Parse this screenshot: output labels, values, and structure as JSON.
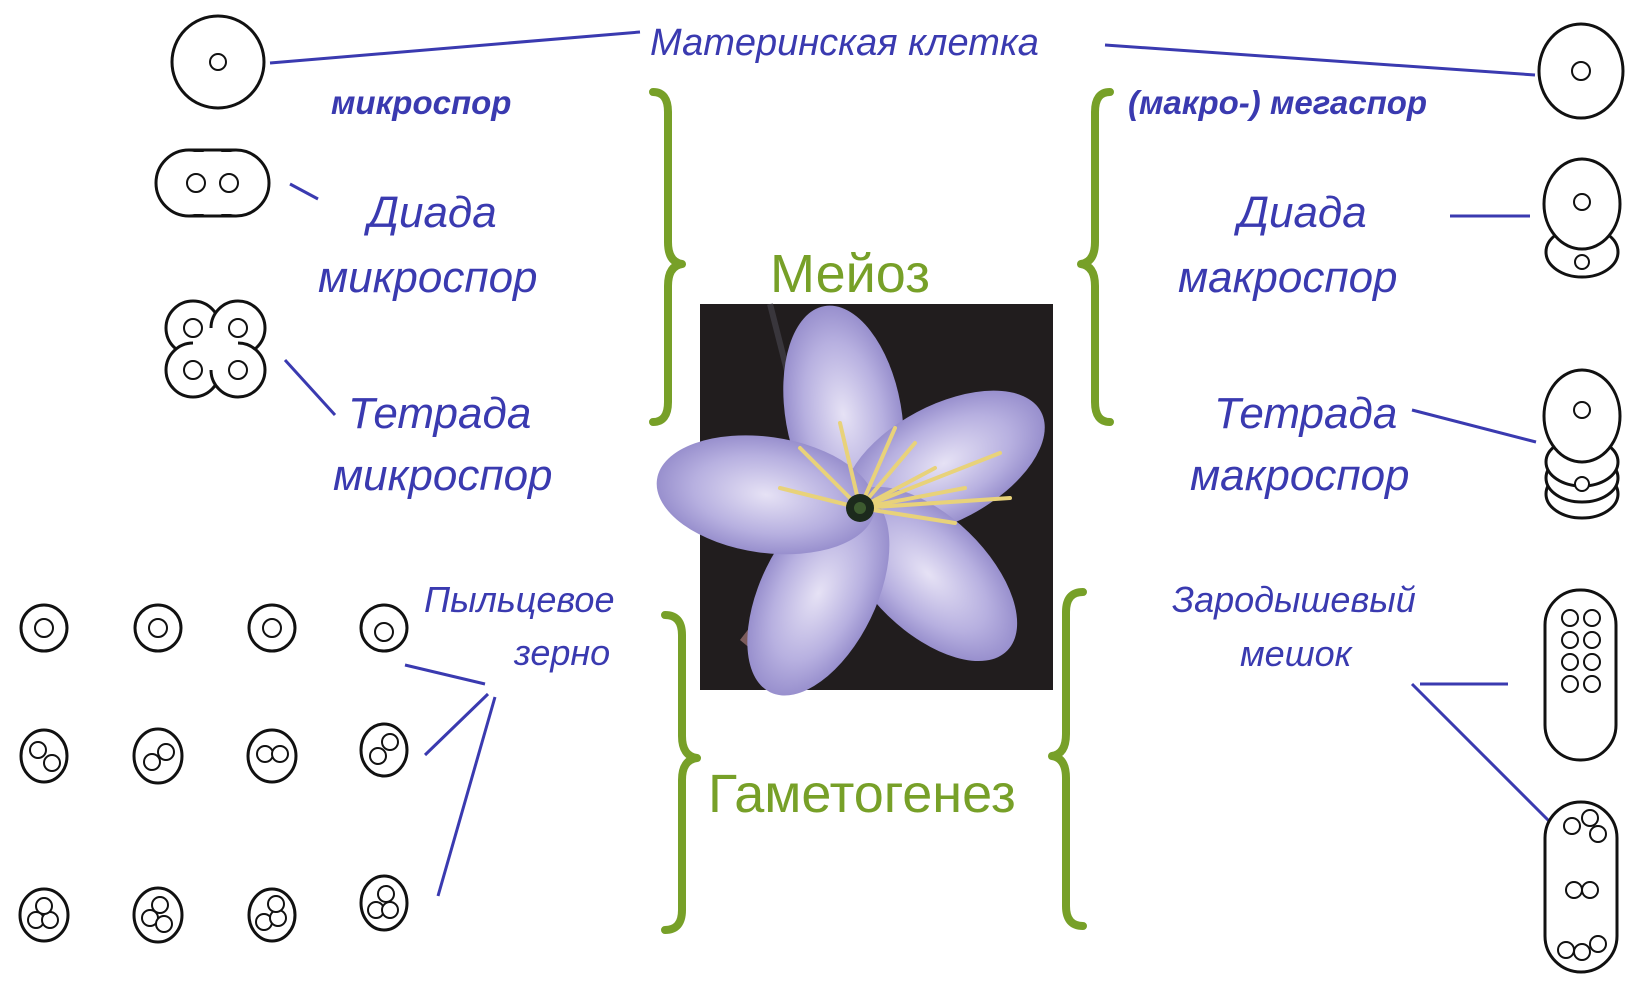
{
  "labels": {
    "mother_cell": "Материнская клетка",
    "microspores": "микроспор",
    "megaspores": "(макро-) мегаспор",
    "dyad_left_1": "Диада",
    "dyad_left_2": "микроспор",
    "tetrad_left_1": "Тетрада",
    "tetrad_left_2": "микроспор",
    "dyad_right_1": "Диада",
    "dyad_right_2": "макроспор",
    "tetrad_right_1": "Тетрада",
    "tetrad_right_2": "макроспор",
    "pollen_1": "Пыльцевое",
    "pollen_2": "зерно",
    "embryo_sac_1": "Зародышевый",
    "embryo_sac_2": "мешок"
  },
  "processes": {
    "meiosis": "Мейоз",
    "gametogenesis": "Гаметогенез"
  },
  "colors": {
    "label_blue": "#3a3ab0",
    "process_green": "#77a028",
    "outline": "#111111"
  }
}
